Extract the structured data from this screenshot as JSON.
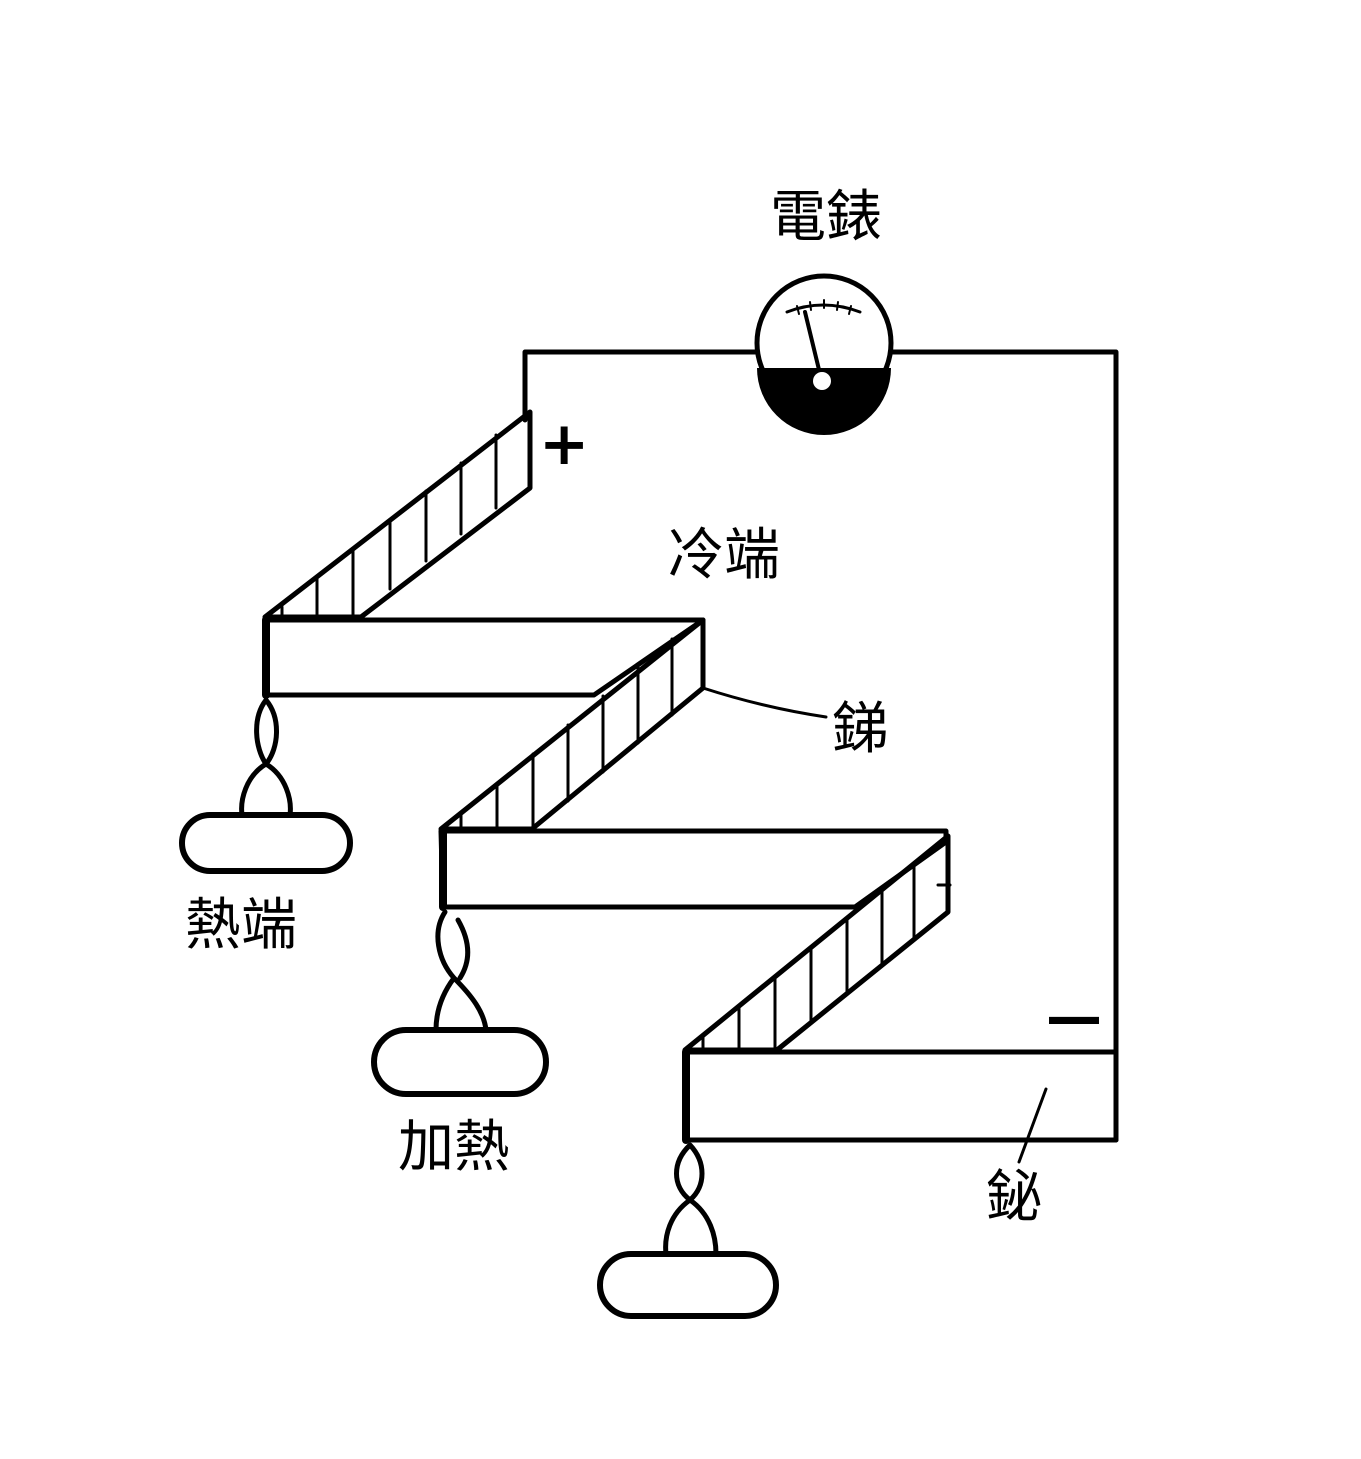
{
  "labels": {
    "meter": "電錶",
    "cold_end": "冷端",
    "antimony": "銻",
    "hot_end": "熱端",
    "heating": "加熱",
    "bismuth": "鉍",
    "positive": "+",
    "negative": "—"
  },
  "colors": {
    "line": "#000000",
    "background": "#ffffff"
  },
  "icons": {
    "meter": "galvanometer-icon",
    "heat_source": "burner-icon",
    "flame": "flame-icon"
  }
}
